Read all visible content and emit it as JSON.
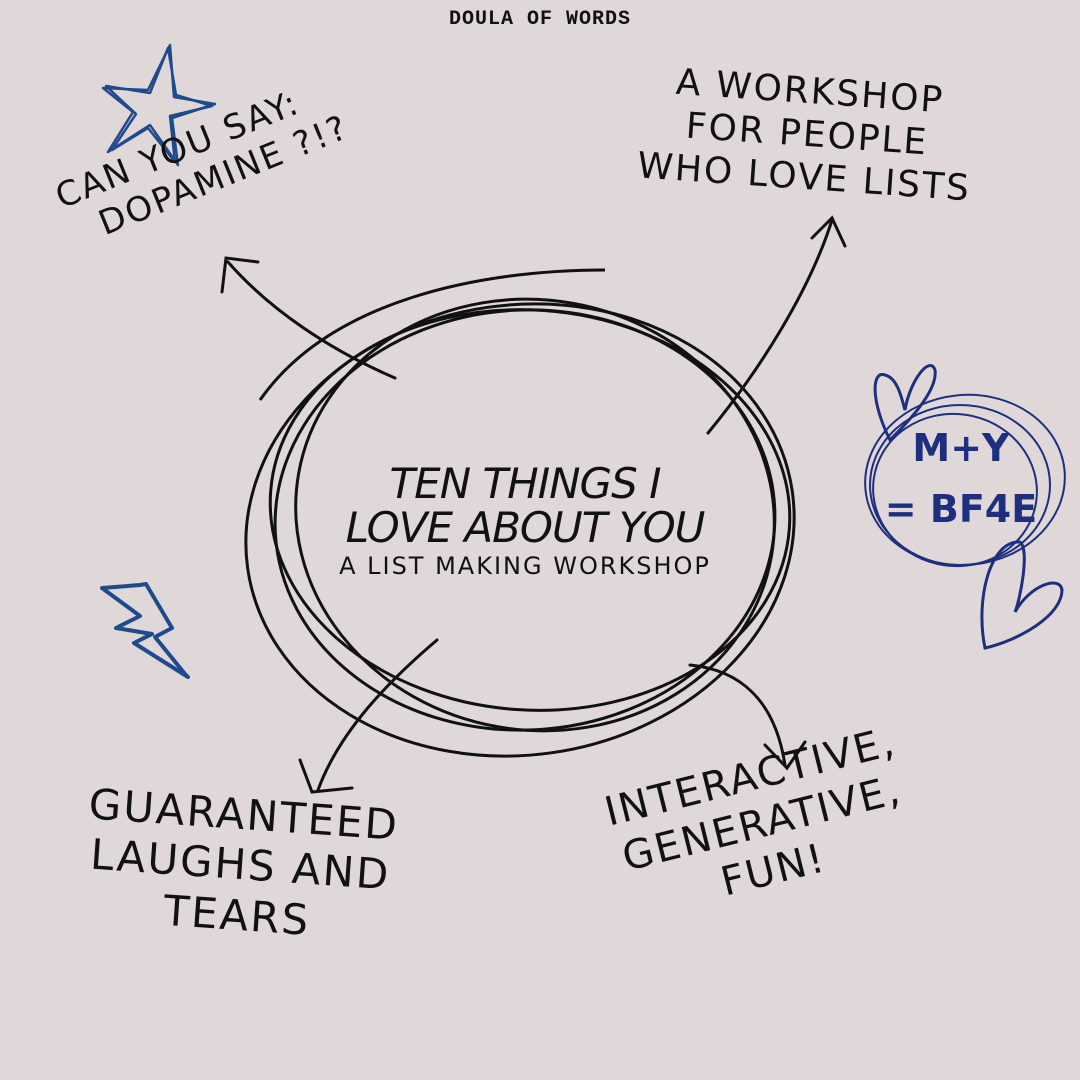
{
  "brand": "DOULA OF WORDS",
  "colors": {
    "background": "#E0D8D8",
    "ink": "#111111",
    "doodle_blue": "#1F4A8C",
    "badge_blue": "#1F2F80"
  },
  "center": {
    "title_line1": "TEN THINGS I",
    "title_line2": "LOVE ABOUT YOU",
    "subtitle": "A LIST MAKING WORKSHOP"
  },
  "callouts": {
    "top_left": {
      "line1": "CAN YOU SAY:",
      "line2": "DOPAMINE ?!?"
    },
    "top_right": {
      "line1": "A WORKSHOP",
      "line2": "FOR PEOPLE",
      "line3": "WHO LOVE LISTS"
    },
    "bottom_left": {
      "line1": "GUARANTEED",
      "line2": "LAUGHS AND",
      "line3": "TEARS"
    },
    "bottom_right": {
      "line1": "INTERACTIVE,",
      "line2": "GENERATIVE,",
      "line3": "FUN!"
    }
  },
  "badge": {
    "line1": "M+Y",
    "line2": "= BF4E"
  },
  "icons": [
    "star-icon",
    "lightning-icon",
    "heart-icon",
    "heart-icon",
    "scribble-circle",
    "arrow-icon"
  ]
}
